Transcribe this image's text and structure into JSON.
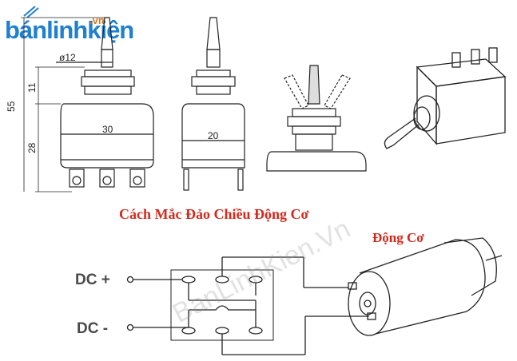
{
  "logo": {
    "text": "bánlinhkiện",
    "suffix": ".vn"
  },
  "dimensions": {
    "d12": "ø12",
    "h11": "11",
    "h55": "55",
    "h28": "28",
    "w30": "30",
    "w20": "20"
  },
  "diagram_title": "Cách Mắc Đảo Chiều Động Cơ",
  "motor_label": "Động Cơ",
  "terminals": {
    "dc_plus": "DC +",
    "dc_minus": "DC -"
  },
  "watermark": "BanLinhKien.Vn",
  "colors": {
    "title": "#d42a1e",
    "logo": "#1f7fd0",
    "logo_suffix": "#e07a1a",
    "line": "#222222"
  }
}
